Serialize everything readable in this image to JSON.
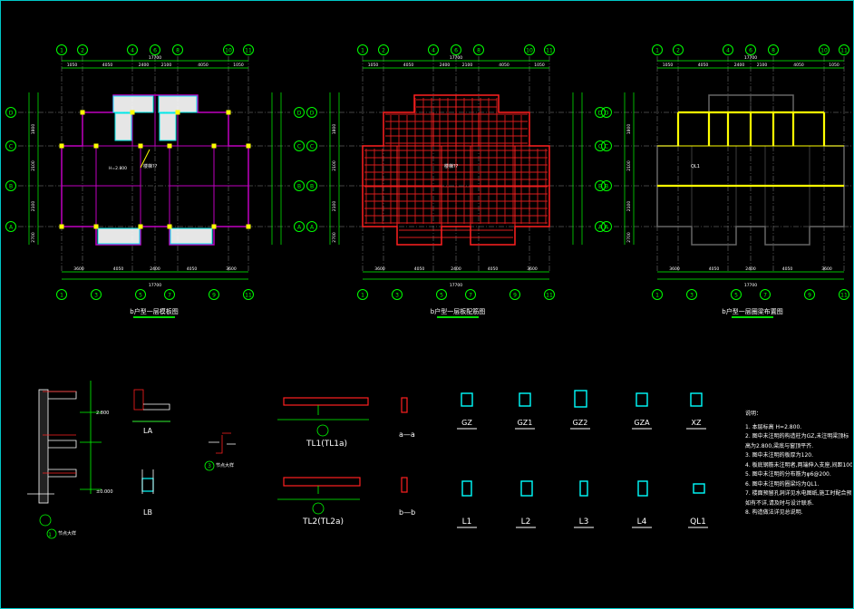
{
  "colors": {
    "axis": "#00ff00",
    "wall": "#c000c0",
    "rebar": "#ff2020",
    "beam": "#ffff00",
    "column": "#00ffff",
    "text": "#ffffff",
    "frame": "#00c8c8"
  },
  "plans": [
    {
      "title": "b户型一层模板图",
      "style": "template"
    },
    {
      "title": "b户型一层板配筋图",
      "style": "rebar"
    },
    {
      "title": "b户型一层圈梁布置图",
      "style": "ringbeam"
    }
  ],
  "axes": {
    "top": [
      "1",
      "2",
      "4",
      "6",
      "8",
      "10",
      "11"
    ],
    "bottom": [
      "1",
      "3",
      "5",
      "7",
      "9",
      "11"
    ],
    "side": [
      "D",
      "C",
      "B",
      "A"
    ],
    "top_dims": [
      "1050",
      "4050",
      "2400",
      "2100",
      "4050",
      "1050"
    ],
    "bottom_dims": [
      "3600",
      "4050",
      "2400",
      "4050",
      "3600"
    ],
    "side_dims": [
      "1800",
      "2100",
      "2100",
      "2700"
    ],
    "total": "17700"
  },
  "plan_labels": {
    "stair": "楼梯??",
    "level": "H=2.800",
    "ring": "QL1"
  },
  "details": {
    "d1_label": "1",
    "d1_caption": "节点大样",
    "la": "LA",
    "lb": "LB",
    "d3_label": "3",
    "d3_caption": "节点大样",
    "tl1": "TL1(TL1a)",
    "tl2": "TL2(TL2a)",
    "sec_a": "a—a",
    "sec_b": "b—b",
    "cols": [
      "GZ",
      "GZ1",
      "GZ2",
      "GZA",
      "XZ"
    ],
    "beams": [
      "L1",
      "L2",
      "L3",
      "L4",
      "QL1"
    ],
    "elev1": "2.800",
    "elev2": "±0.000"
  },
  "notes": {
    "title": "说明：",
    "items": [
      "1. 本层标高 H=2.800.",
      "2. 图中未注明的构造柱为GZ,未注明梁顶标",
      "   高为2.800,梁底与窗顶平齐.",
      "3. 图中未注明的板厚为120.",
      "4. 板底钢筋未注明者,两端伸入支座,间距100.",
      "5. 图中未注明的分布筋为φ6@200.",
      "6. 图中未注明的圈梁均为QL1.",
      "7. 楼面预留孔洞详见水电图纸,施工时配合预留.",
      "   如有不详,请及时与设计联系.",
      "8. 构造做法详见总说明."
    ]
  }
}
